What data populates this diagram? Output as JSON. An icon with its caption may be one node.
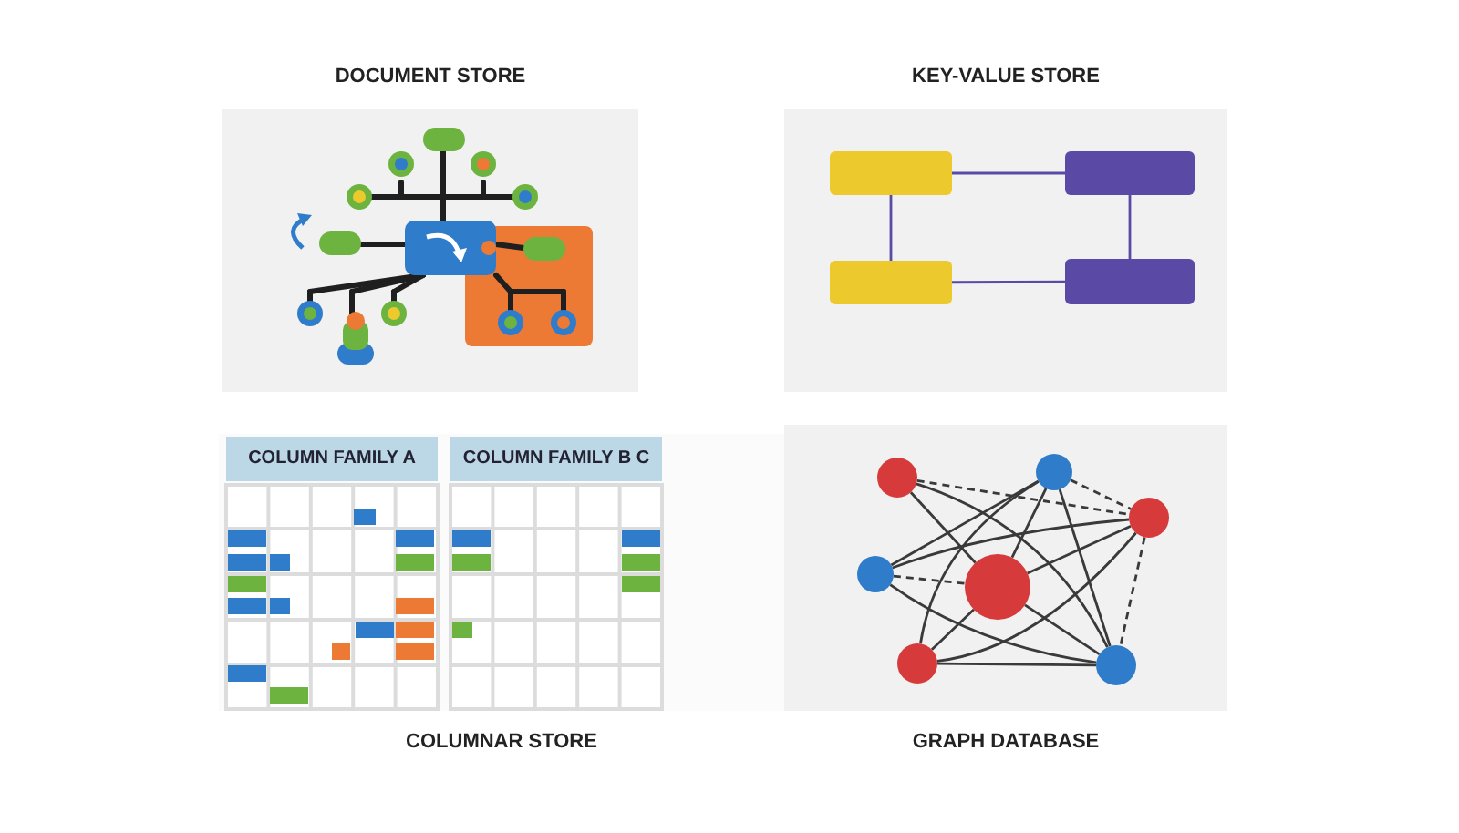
{
  "diagram": {
    "nodes": [
      {
        "text": [
          "DOCUMENT STORE"
        ]
      },
      {
        "text": [
          "KEY-VALUE STORE"
        ]
      },
      {
        "text": [
          "COLUMNAR STORE"
        ]
      },
      {
        "text": [
          "GRAPH DATABASE"
        ]
      },
      {
        "text": [
          "COLUMN FAMILY A"
        ],
        "in": 2
      },
      {
        "text": [
          "COLUMN FAMILY B C"
        ],
        "in": 2
      },
      {
        "text": [],
        "shape": "box",
        "in": 1
      },
      {
        "text": [],
        "shape": "box",
        "in": 1
      },
      {
        "text": [],
        "shape": "box",
        "in": 1
      },
      {
        "text": [],
        "shape": "box",
        "in": 1
      },
      {
        "text": [],
        "shape": "circle",
        "in": 3
      },
      {
        "text": [],
        "shape": "circle",
        "in": 3
      },
      {
        "text": [],
        "shape": "circle",
        "in": 3
      },
      {
        "text": [],
        "shape": "circle",
        "in": 3
      },
      {
        "text": [],
        "shape": "circle",
        "in": 3
      },
      {
        "text": [],
        "shape": "circle",
        "in": 3
      },
      {
        "text": [],
        "shape": "circle",
        "in": 3
      }
    ],
    "edges": [
      {
        "from": 6,
        "to": 7,
        "arrow": "none",
        "color": "#5a4aa5"
      },
      {
        "from": 8,
        "to": 9,
        "arrow": "none",
        "color": "#5a4aa5"
      },
      {
        "from": 6,
        "to": 8,
        "arrow": "none",
        "color": "#5a4aa5"
      },
      {
        "from": 7,
        "to": 9,
        "arrow": "none",
        "color": "#5a4aa5"
      },
      {
        "from": 10,
        "to": 14,
        "arrow": "none"
      },
      {
        "from": 10,
        "to": 16,
        "arrow": "none"
      },
      {
        "from": 10,
        "to": 12,
        "arrow": "none",
        "style": "dashed"
      },
      {
        "from": 11,
        "to": 13,
        "arrow": "none"
      },
      {
        "from": 11,
        "to": 14,
        "arrow": "none"
      },
      {
        "from": 11,
        "to": 15,
        "arrow": "none"
      },
      {
        "from": 11,
        "to": 16,
        "arrow": "none"
      },
      {
        "from": 11,
        "to": 12,
        "arrow": "none",
        "style": "dashed"
      },
      {
        "from": 12,
        "to": 13,
        "arrow": "none"
      },
      {
        "from": 12,
        "to": 14,
        "arrow": "none"
      },
      {
        "from": 12,
        "to": 15,
        "arrow": "none"
      },
      {
        "from": 12,
        "to": 16,
        "arrow": "none",
        "style": "dashed"
      },
      {
        "from": 13,
        "to": 14,
        "arrow": "none",
        "style": "dashed"
      },
      {
        "from": 13,
        "to": 16,
        "arrow": "none"
      },
      {
        "from": 14,
        "to": 15,
        "arrow": "none"
      },
      {
        "from": 14,
        "to": 16,
        "arrow": "none"
      },
      {
        "from": 15,
        "to": 16,
        "arrow": "none"
      }
    ]
  }
}
